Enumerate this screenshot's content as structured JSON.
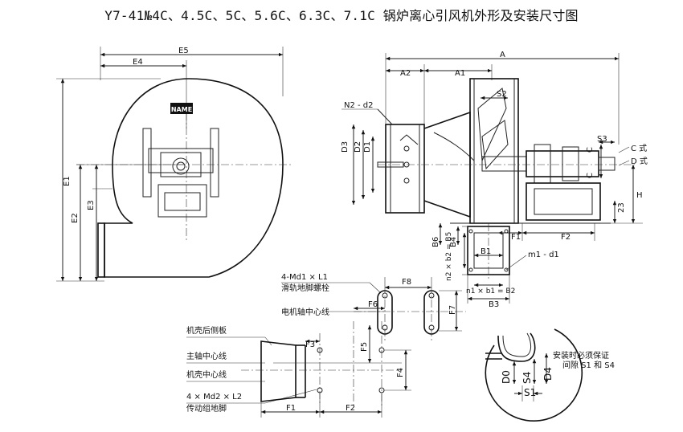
{
  "title": "Y7-41№4C、4.5C、5C、5.6C、6.3C、7.1C 锅炉离心引风机外形及安装尺寸图",
  "front_view": {
    "dims": {
      "E5": "E5",
      "E4": "E4",
      "E1": "E1",
      "E2": "E2",
      "E3": "E3"
    },
    "nameplate": "NAME"
  },
  "side_view": {
    "dims": {
      "A": "A",
      "A2": "A2",
      "A1": "A1",
      "S2": "S2",
      "N2d2": "N2 - d2",
      "D3": "D3",
      "D2": "D2",
      "D1": "D1",
      "S3": "S3",
      "C": "C",
      "C_style": "C 式",
      "D_style": "D 式",
      "H": "H",
      "h23": "23",
      "F1": "F1",
      "F2": "F2",
      "B6": "B6",
      "B4": "B4",
      "n2b2B5": "n2 × b2 = B5",
      "B1": "B1",
      "m1d1": "m1 - d1",
      "n1b1B2": "n1 × b1 = B2",
      "B3": "B3"
    }
  },
  "rail_detail": {
    "bolt_label": "4-Md1 × L1",
    "bolt_desc": "滑轨地脚螺栓",
    "motor_axis": "电机轴中心线",
    "F8": "F8",
    "F6": "F6",
    "F7": "F7"
  },
  "base_detail": {
    "rear_plate": "机壳后侧板",
    "main_axis": "主轴中心线",
    "casing_axis": "机壳中心线",
    "bolt_label": "4 × Md2 × L2",
    "foot_desc": "传动组地脚",
    "F3": "F3",
    "F5": "F5",
    "F4": "F4",
    "F1": "F1",
    "F2": "F2"
  },
  "clearance_detail": {
    "D0": "D0",
    "S4": "S4",
    "D4": "D4",
    "S1": "S1",
    "note_line1": "安装时必须保证",
    "note_line2": "间隙 S1 和 S4"
  }
}
